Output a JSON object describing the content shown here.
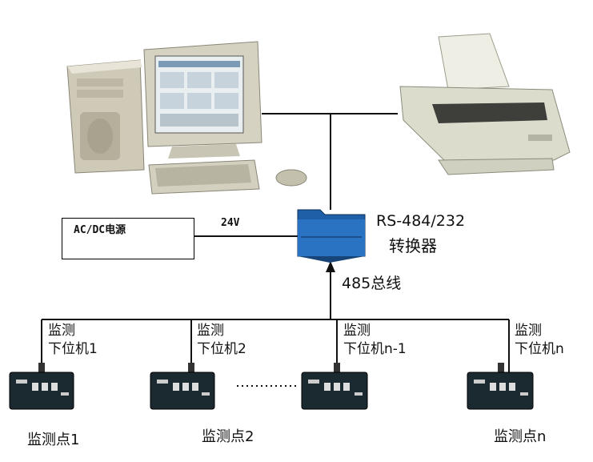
{
  "power": {
    "label": "AC/DC电源",
    "voltage": "24V"
  },
  "converter": {
    "line1": "RS-484/232",
    "line2": "转换器"
  },
  "bus": {
    "label": "485总线"
  },
  "slaves": [
    {
      "line1": "监测",
      "line2": "下位机1",
      "point": "监测点1"
    },
    {
      "line1": "监测",
      "line2": "下位机2",
      "point": "监测点2"
    },
    {
      "line1": "监测",
      "line2": "下位机n-1",
      "point": ""
    },
    {
      "line1": "监测",
      "line2": "下位机n",
      "point": "监测点n"
    }
  ],
  "colors": {
    "line": "#111111",
    "converter_blue": "#1f5fa8",
    "device_dark": "#1b2a30",
    "pc_beige": "#d9d5c6",
    "printer_beige": "#dcdccc"
  }
}
